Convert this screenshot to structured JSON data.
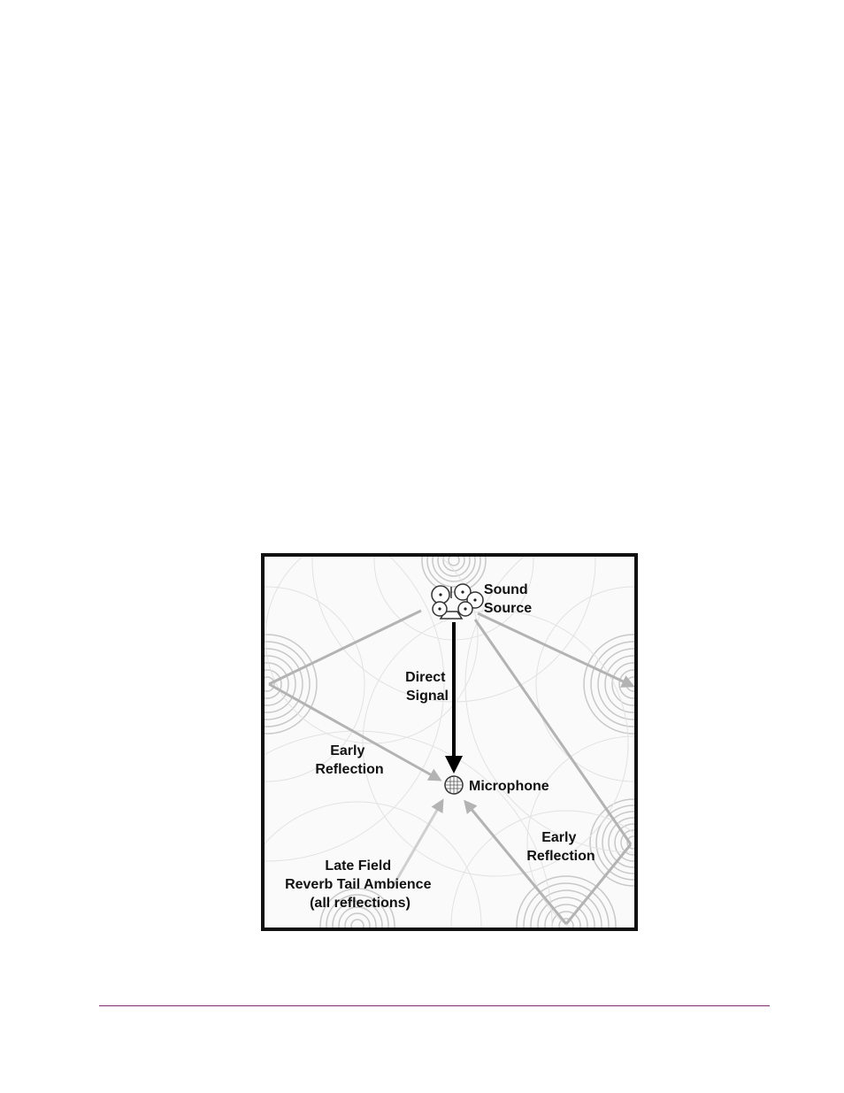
{
  "diagram": {
    "labels": {
      "sound_source": [
        "Sound",
        "Source"
      ],
      "direct_signal": [
        "Direct",
        "Signal"
      ],
      "early_reflection_left": [
        "Early",
        "Reflection"
      ],
      "microphone": "Microphone",
      "early_reflection_right": [
        "Early",
        "Reflection"
      ],
      "late_field": [
        "Late Field",
        "Reverb Tail Ambience",
        "(all reflections)"
      ]
    }
  },
  "colors": {
    "border": "#111111",
    "direct_arrow": "#000000",
    "reflection_arrow": "#b3b3b3",
    "ripple": "#c8c8c8",
    "footer_rule": "#7b2c6e"
  }
}
